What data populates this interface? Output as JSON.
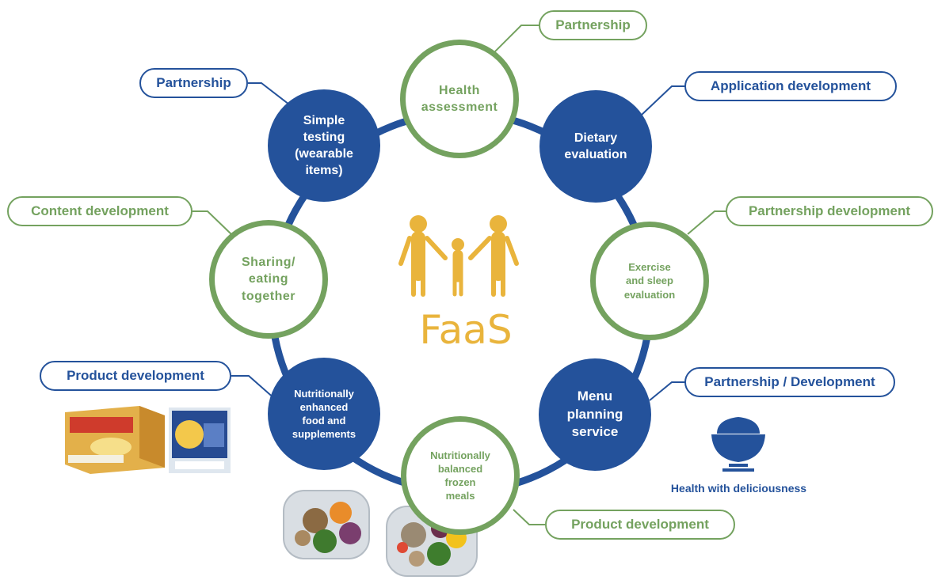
{
  "center": {
    "label": "FaaS"
  },
  "nodes": [
    {
      "id": "health-assessment",
      "label": "Health\nassessment",
      "style": "green"
    },
    {
      "id": "dietary-evaluation",
      "label": "Dietary\nevaluation",
      "style": "blue"
    },
    {
      "id": "exercise-sleep",
      "label": "Exercise\nand sleep\nevaluation",
      "style": "green"
    },
    {
      "id": "menu-planning",
      "label": "Menu\nplanning\nservice",
      "style": "blue"
    },
    {
      "id": "frozen-meals",
      "label": "Nutritionally\nbalanced\nfrozen\nmeals",
      "style": "green"
    },
    {
      "id": "enhanced-food",
      "label": "Nutritionally\nenhanced\nfood and\nsupplements",
      "style": "blue"
    },
    {
      "id": "sharing",
      "label": "Sharing/\neating\ntogether",
      "style": "green"
    },
    {
      "id": "simple-testing",
      "label": "Simple\ntesting\n(wearable\nitems)",
      "style": "blue"
    }
  ],
  "pills": [
    {
      "label": "Partnership",
      "style": "green"
    },
    {
      "label": "Application development",
      "style": "blue"
    },
    {
      "label": "Partnership development",
      "style": "green"
    },
    {
      "label": "Partnership / Development",
      "style": "blue"
    },
    {
      "label": "Product development",
      "style": "green"
    },
    {
      "label": "Product development",
      "style": "blue"
    },
    {
      "label": "Content development",
      "style": "green"
    },
    {
      "label": "Partnership",
      "style": "blue"
    }
  ],
  "tagline": "Health with deliciousness",
  "colors": {
    "blue": "#24529b",
    "green": "#74a25f",
    "gold": "#e9b43c"
  }
}
